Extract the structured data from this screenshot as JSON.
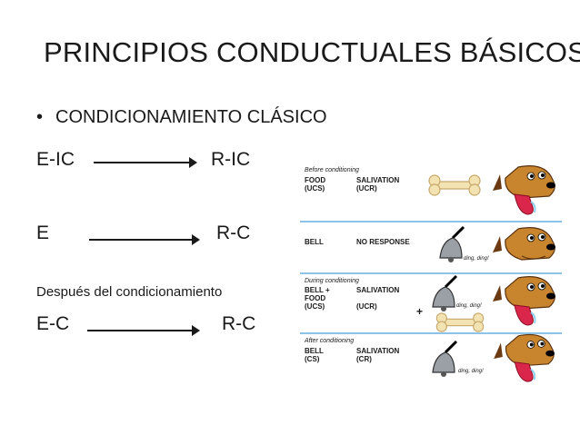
{
  "slide": {
    "title": "PRINCIPIOS CONDUCTUALES BÁSICOS",
    "bullet_char": "•",
    "bullet": "CONDICIONAMIENTO CLÁSICO",
    "rows": [
      {
        "left": "E-IC",
        "right": "R-IC"
      },
      {
        "left": "E",
        "right": "R-C"
      },
      {
        "left": "E-C",
        "right": "R-C"
      }
    ],
    "after_label": "Después del condicionamiento"
  },
  "diagram": {
    "stage1": {
      "heading": "Before conditioning",
      "stim": [
        "FOOD",
        "(UCS)"
      ],
      "resp": [
        "SALIVATION",
        "(UCR)"
      ]
    },
    "stage2": {
      "stim": "BELL",
      "resp": "NO RESPONSE",
      "sound": "ding, ding!"
    },
    "stage3": {
      "heading": "During conditioning",
      "stim": [
        "BELL +",
        "FOOD",
        "(UCS)"
      ],
      "resp": [
        "SALIVATION",
        "",
        "(UCR)"
      ],
      "plus": "+",
      "sound": "ding, ding!"
    },
    "stage4": {
      "heading": "After conditioning",
      "stim": [
        "BELL",
        "(CS)"
      ],
      "resp": [
        "SALIVATION",
        "(CR)"
      ],
      "sound": "ding, ding!"
    },
    "colors": {
      "separator": "#8ec3e8",
      "dog": "#c8852e",
      "tongue": "#d9264a",
      "bone": "#f3e2b2"
    }
  }
}
